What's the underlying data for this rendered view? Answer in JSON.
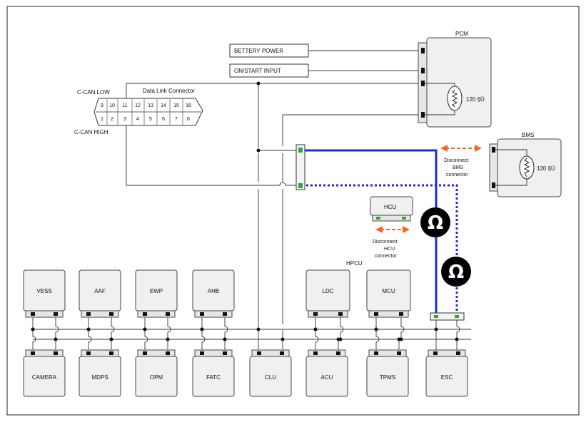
{
  "inputs": {
    "battery_power": "BETTERY POWER",
    "on_start_input": "ON/START INPUT"
  },
  "dlc": {
    "title": "Data Link Connector",
    "can_low": "C-CAN LOW",
    "can_high": "C-CAN HIGH",
    "top_pins": [
      "9",
      "10",
      "11",
      "12",
      "13",
      "14",
      "15",
      "16"
    ],
    "bottom_pins": [
      "1",
      "2",
      "3",
      "4",
      "5",
      "6",
      "7",
      "8"
    ]
  },
  "pcm": {
    "label": "PCM",
    "resistor": "120 §Ü"
  },
  "bms": {
    "label": "BMS",
    "resistor": "120 §Ü",
    "note": [
      "Disconnect",
      "BMS",
      "connector"
    ]
  },
  "hcu": {
    "label": "HCU",
    "note": [
      "Disconnect",
      "HCU",
      "connector"
    ]
  },
  "hpcu_label": "HPCU",
  "top_modules": [
    "VESS",
    "AAF",
    "EWP",
    "AHB",
    "LDC",
    "MCU"
  ],
  "bottom_modules": [
    "CAMERA",
    "MDPS",
    "OPM",
    "FATC",
    "CLU",
    "ACU",
    "TPMS",
    "ESC"
  ],
  "omega_symbol": "Ω",
  "colors": {
    "can_wire": "#1f2bd6",
    "connector_pin": "#2ea82e",
    "disconnect_arrow": "#ee6a1c"
  }
}
